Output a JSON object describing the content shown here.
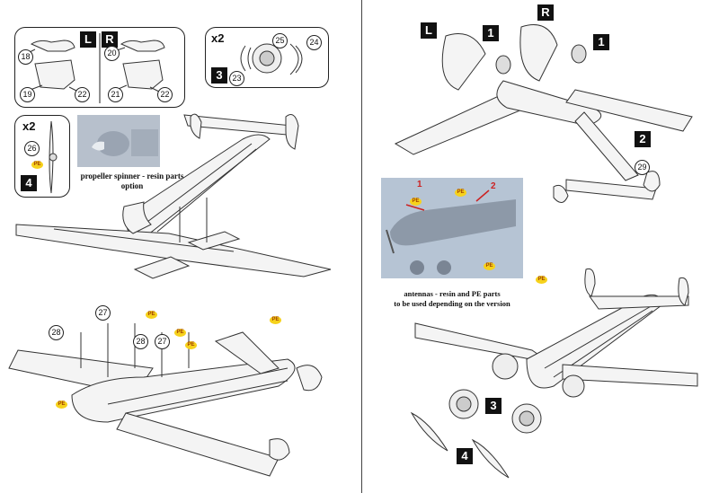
{
  "left_page": {
    "box_top_left": {
      "badge_l": "L",
      "badge_r": "R",
      "parts": [
        "18",
        "19",
        "22",
        "20",
        "21",
        "22"
      ]
    },
    "box_step3": {
      "step": "3",
      "multiplier": "x2",
      "parts": [
        "25",
        "24",
        "23"
      ]
    },
    "box_step4": {
      "step": "4",
      "multiplier": "x2",
      "part": "26",
      "pe": "PE"
    },
    "spinner_caption_line1": "propeller spinner - resin parts",
    "spinner_caption_line2": "option",
    "lower_callouts": [
      "27",
      "28",
      "28",
      "27"
    ],
    "pe_labels": [
      "PE",
      "PE",
      "PE",
      "PE",
      "PE"
    ]
  },
  "right_page": {
    "badge_l": "L",
    "badge_r": "R",
    "step1_a": "1",
    "step1_b": "1",
    "step2": "2",
    "part29": "29",
    "photo_labels": {
      "num1": "1",
      "num2": "2",
      "pe": [
        "PE",
        "PE",
        "PE"
      ]
    },
    "antenna_caption_line1": "antennas - resin and PE parts",
    "antenna_caption_line2": "to be used depending on the version",
    "pe_bottom": "PE",
    "step3": "3",
    "step4": "4"
  }
}
